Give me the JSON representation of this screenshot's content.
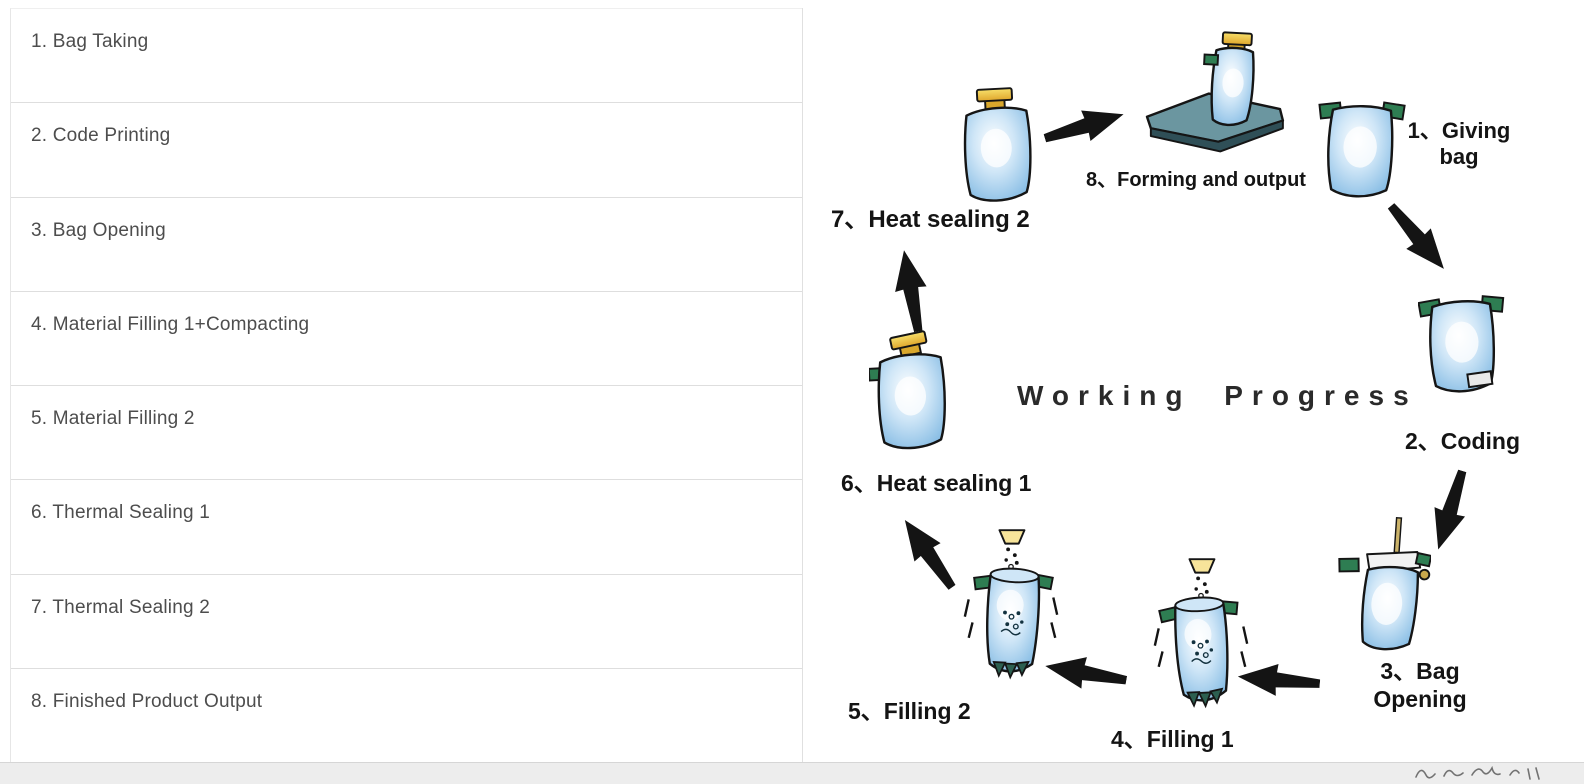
{
  "table": {
    "rows": [
      "1. Bag Taking",
      "2. Code Printing",
      "3. Bag Opening",
      "4. Material Filling 1+Compacting",
      "5. Material Filling 2",
      "6. Thermal Sealing 1",
      "7. Thermal Sealing 2",
      "8. Finished Product Output"
    ]
  },
  "diagram": {
    "title": "Working Progress",
    "labels": {
      "giving_bag_line1": "1、Giving",
      "giving_bag_line2": "bag",
      "coding": "2、Coding",
      "bag_opening_line1": "3、Bag",
      "bag_opening_line2": "Opening",
      "filling_1": "4、Filling 1",
      "filling_2": "5、Filling 2",
      "heat_sealing_1": "6、Heat sealing 1",
      "heat_sealing_2": "7、Heat sealing 2",
      "forming_and_output": "8、Forming and output"
    },
    "colors": {
      "bag_blue": "#9ec9ea",
      "clip_green": "#2e7d52",
      "cap_yellow": "#ecc23f",
      "arrow_black": "#141414",
      "machine_teal": "#5f8c96"
    }
  }
}
